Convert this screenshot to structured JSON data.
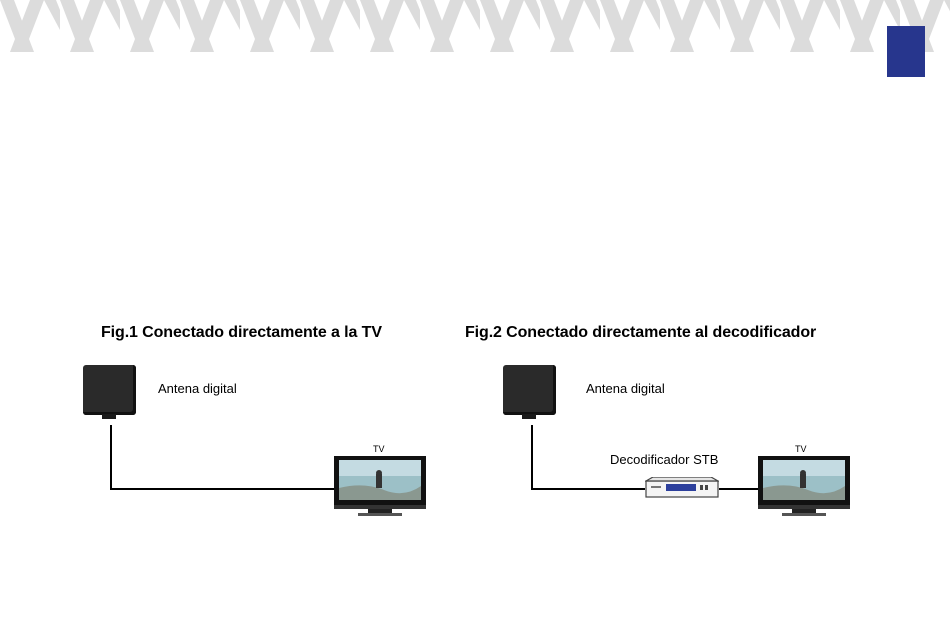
{
  "header": {
    "accent_color": "#27368d",
    "pattern": "diagonal-stripes"
  },
  "figures": [
    {
      "title": "Fig.1 Conectado directamente a la TV",
      "antenna_label": "Antena digital",
      "tv_label": "TV"
    },
    {
      "title": "Fig.2 Conectado directamente al decodificador",
      "antenna_label": "Antena digital",
      "stb_label": "Decodificador STB",
      "tv_label": "TV"
    }
  ]
}
